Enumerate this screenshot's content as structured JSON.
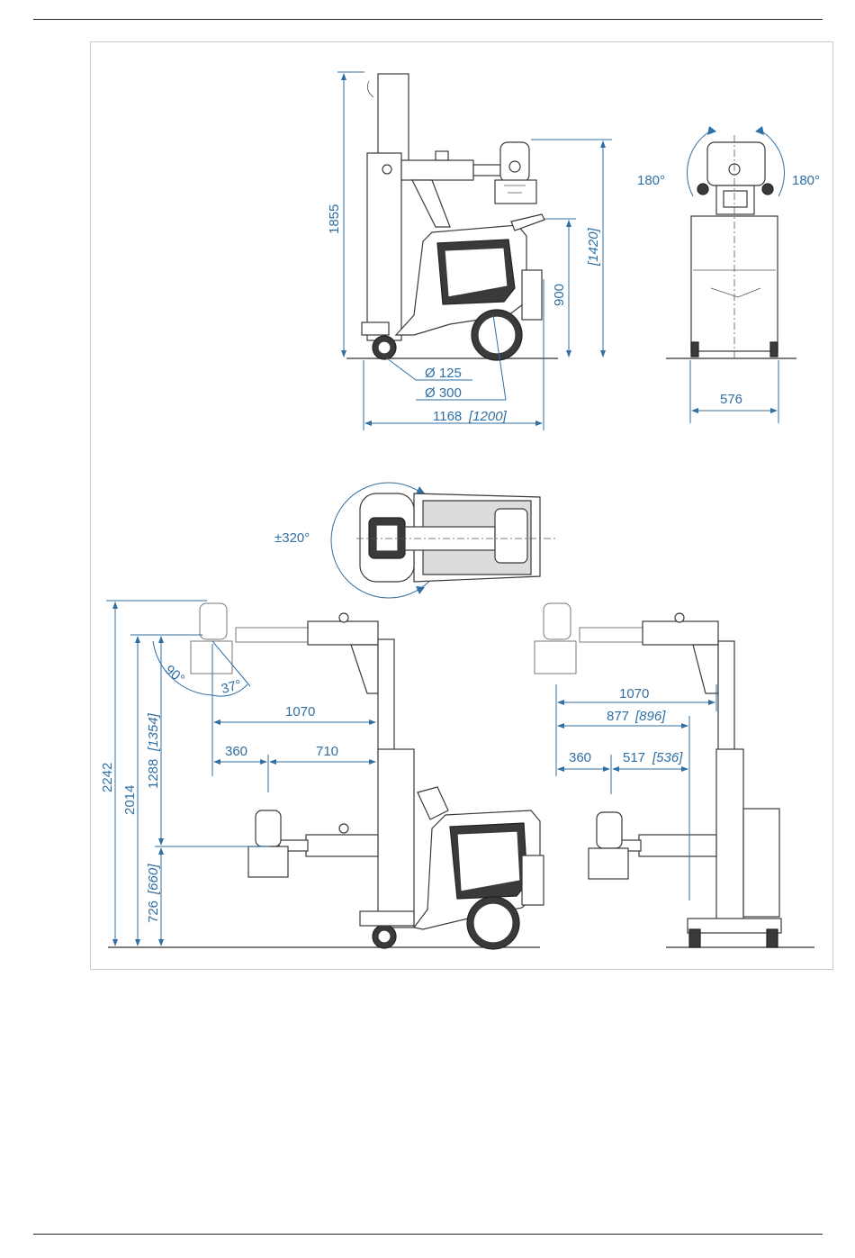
{
  "dimensions": {
    "side_view": {
      "total_height": "1855",
      "upper_height": "[1420]",
      "handle_height": "900",
      "wheel_small": "Ø 125",
      "wheel_large": "Ø 300",
      "length": "1168",
      "length_alt": "[1200]"
    },
    "front_view": {
      "rotate_left": "180°",
      "rotate_right": "180°",
      "width": "576"
    },
    "top_view": {
      "rotation": "±320°"
    },
    "extended_view_left": {
      "height_max": "2242",
      "height_2": "2014",
      "height_3": "1288",
      "height_3_alt": "[1354]",
      "height_low": "726",
      "height_low_alt": "[660]",
      "tilt_a": "90°",
      "tilt_b": "37°",
      "reach": "1070",
      "reach_a": "360",
      "reach_b": "710"
    },
    "extended_view_right": {
      "reach": "1070",
      "reach_2": "877",
      "reach_2_alt": "[896]",
      "reach_a": "360",
      "reach_b": "517",
      "reach_b_alt": "[536]"
    }
  },
  "colors": {
    "dimension": "#2f6fa3",
    "drawing": "#3a3a3a"
  }
}
